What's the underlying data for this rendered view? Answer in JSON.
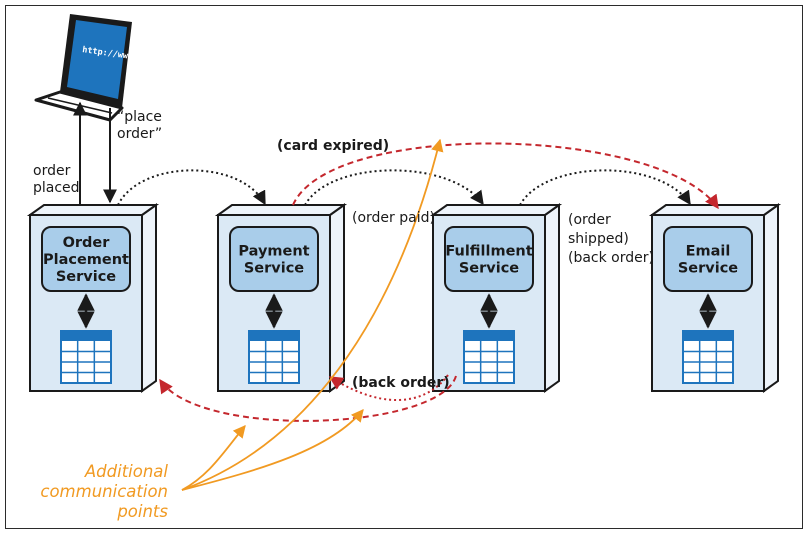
{
  "laptop": {
    "screen_text": "http://www"
  },
  "labels": {
    "order_placed": [
      "order",
      "placed"
    ],
    "place_order": [
      "“place",
      "order”"
    ],
    "card_expired": "(card expired)",
    "order_paid": "(order paid)",
    "order_shipped": [
      "(order",
      "shipped)"
    ],
    "back_order_right": "(back order)",
    "back_order_bottom": "(back order)"
  },
  "services": [
    {
      "name": "order-placement",
      "lines": [
        "Order",
        "Placement",
        "Service"
      ]
    },
    {
      "name": "payment",
      "lines": [
        "Payment",
        "Service"
      ]
    },
    {
      "name": "fulfillment",
      "lines": [
        "Fulfillment",
        "Service"
      ]
    },
    {
      "name": "email",
      "lines": [
        "Email",
        "Service"
      ]
    }
  ],
  "callout": {
    "lines": [
      "Additional",
      "communication",
      "points"
    ]
  },
  "colors": {
    "server_face": "#dbe9f5",
    "server_side": "#eef4fa",
    "service_box": "#a9cdea",
    "db_header": "#1e74bd",
    "red_arrow": "#c4272d",
    "orange": "#f19a22",
    "black": "#1a1a1a"
  }
}
